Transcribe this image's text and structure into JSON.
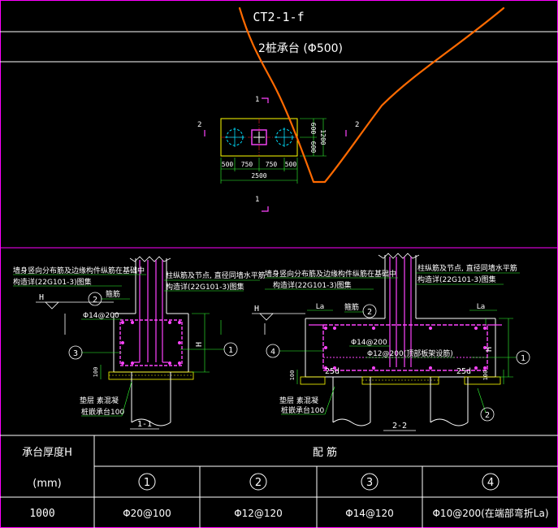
{
  "title_code": "CT2-1-f",
  "subtitle": "2桩承台 (Φ500)",
  "plan": {
    "section_mark_1": "1",
    "section_mark_2": "2",
    "dims_bottom": [
      "500",
      "750",
      "750",
      "500"
    ],
    "dim_total": "2500",
    "dims_right": [
      "600",
      "600"
    ],
    "dim_right_total": "1200"
  },
  "section_1_1": {
    "note_top": "墙身竖向分布筋及边缘构件纵筋在基础中",
    "note_ref": "构造详(22G101-3)图集",
    "note_right_top": "柱纵筋及节点, 直径同墙水平筋",
    "note_right_ref": "构造详(22G101-3)图集",
    "H_label": "H",
    "bar_label": "Φ14@200",
    "dim_100": "100",
    "cushion": "垫层 素混凝",
    "pile_embed": "桩嵌承台100",
    "title": "1-1",
    "label_jinjin": "箍筋"
  },
  "section_2_2": {
    "note_top": "墙身竖向分布筋及边缘构件纵筋在基础中",
    "note_ref": "构造详(22G101-3)图集",
    "note_right_top": "柱纵筋及节点, 直径同墙水平筋",
    "note_right_ref": "构造详(22G101-3)图集",
    "H_label": "H",
    "La_left": "La",
    "La_right": "La",
    "label_jinjin": "箍筋",
    "bar_14": "Φ14@200",
    "bar_12": "Φ12@200(顶部板架设筋)",
    "d25_left": "25d",
    "d25_right": "25d",
    "dim_100_left": "100",
    "dim_100_right": "100",
    "cushion": "垫层 素混凝",
    "pile_embed": "桩嵌承台100",
    "title": "2-2"
  },
  "callouts": [
    "1",
    "2",
    "3",
    "4"
  ],
  "table": {
    "col1_header_line1": "承台厚度H",
    "col1_header_line2": "(mm)",
    "group_header": "配    筋",
    "row_value": "1000",
    "rebars": [
      "Φ20@100",
      "Φ12@120",
      "Φ14@120",
      "Φ10@200(在端部弯折La)"
    ]
  },
  "colors": {
    "background": "#000000",
    "line_white": "#ffffff",
    "outline_yellow": "#ffff00",
    "center_red": "#ff2020",
    "rebar_magenta": "#ff44ff",
    "pile_cyan": "#00e0ff",
    "frame_magenta": "#ff00ff",
    "leader_green": "#33ff33",
    "annotation_orange": "#ff6a00"
  }
}
